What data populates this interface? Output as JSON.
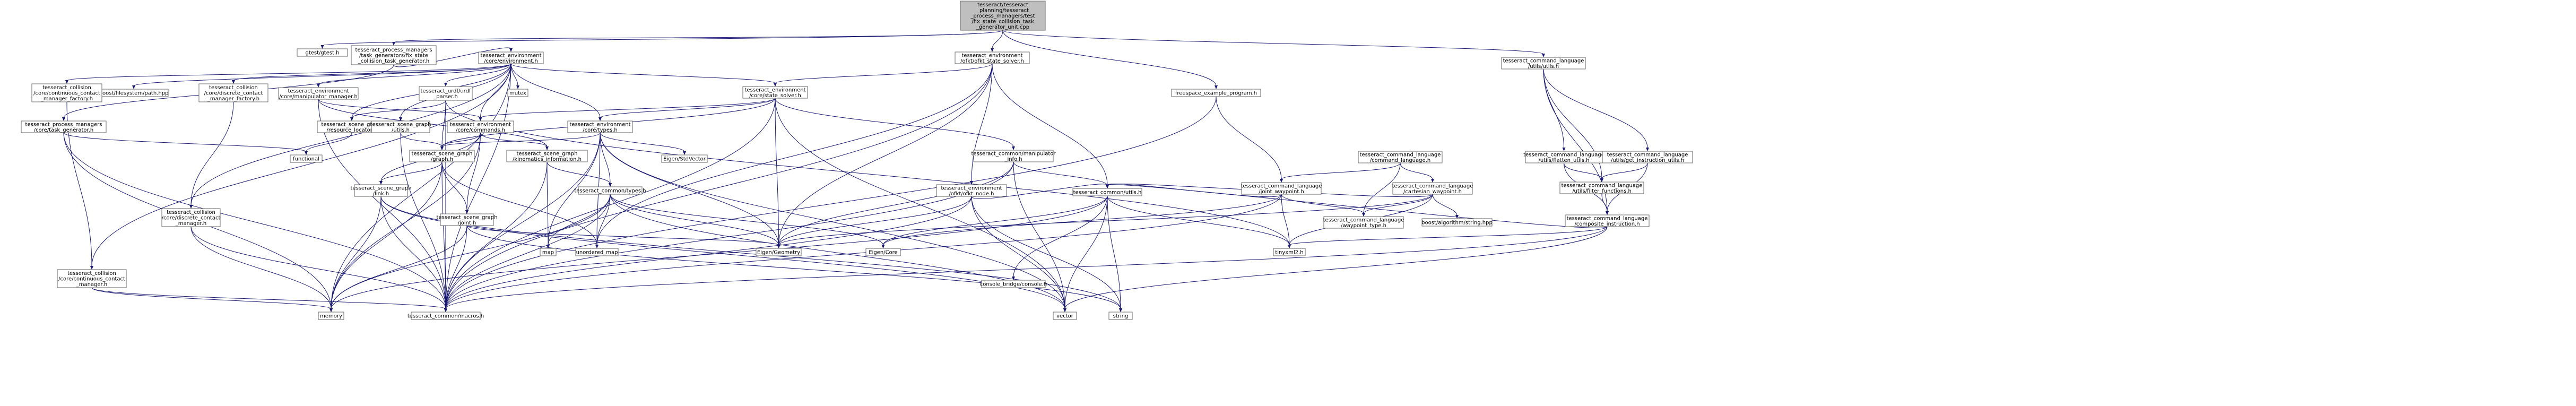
{
  "colors": {
    "root_fill": "#bfbfbf",
    "node_fill": "#ffffff",
    "node_border": "#666666",
    "missing_border": "#ff0000",
    "edge": "#191970"
  },
  "nodes": [
    {
      "id": "root",
      "lines": [
        "tesseract/tesseract",
        "_planning/tesseract",
        "_process_managers/test",
        "/fix_state_collision_task",
        "_generator_unit.cpp"
      ],
      "kind": "root"
    },
    {
      "id": "gtest",
      "lines": [
        "gtest/gtest.h"
      ],
      "kind": "external"
    },
    {
      "id": "fscg",
      "lines": [
        "tesseract_process_managers",
        "/task_generators/fix_state",
        "_collision_task_generator.h"
      ],
      "kind": "documented"
    },
    {
      "id": "env",
      "lines": [
        "tesseract_environment",
        "/core/environment.h"
      ],
      "kind": "documented"
    },
    {
      "id": "utils_state_solver",
      "lines": [
        "tesseract_environment",
        "/ofkt/ofkt_state_solver.h"
      ],
      "kind": "documented"
    },
    {
      "id": "freespace",
      "lines": [
        "freespace_example_program.h"
      ],
      "kind": "documented"
    },
    {
      "id": "cl_utils",
      "lines": [
        "tesseract_command_language",
        "/utils/utils.h"
      ],
      "kind": "documented"
    },
    {
      "id": "mutex",
      "lines": [
        "mutex"
      ],
      "kind": "external"
    },
    {
      "id": "boost_fs",
      "lines": [
        "boost/filesystem/path.hpp"
      ],
      "kind": "external"
    },
    {
      "id": "coll_cont_factory",
      "lines": [
        "tesseract_collision",
        "/core/continuous_contact",
        "_manager_factory.h"
      ],
      "kind": "documented"
    },
    {
      "id": "coll_disc_factory",
      "lines": [
        "tesseract_collision",
        "/core/discrete_contact",
        "_manager_factory.h"
      ],
      "kind": "documented"
    },
    {
      "id": "env_manip_mgr",
      "lines": [
        "tesseract_environment",
        "/core/manipulator_manager.h"
      ],
      "kind": "missing"
    },
    {
      "id": "urdf_parser",
      "lines": [
        "tesseract_urdf/urdf",
        "_parser.h"
      ],
      "kind": "missing"
    },
    {
      "id": "state_solver",
      "lines": [
        "tesseract_environment",
        "/core/state_solver.h"
      ],
      "kind": "documented"
    },
    {
      "id": "task_generator",
      "lines": [
        "tesseract_process_managers",
        "/core/task_generator.h"
      ],
      "kind": "missing"
    },
    {
      "id": "resource_locator",
      "lines": [
        "tesseract_scene_graph",
        "/resource_locator.h"
      ],
      "kind": "missing"
    },
    {
      "id": "sg_utils",
      "lines": [
        "tesseract_scene_graph",
        "/utils.h"
      ],
      "kind": "missing"
    },
    {
      "id": "commands",
      "lines": [
        "tesseract_environment",
        "/core/commands.h"
      ],
      "kind": "missing"
    },
    {
      "id": "types",
      "lines": [
        "tesseract_environment",
        "/core/types.h"
      ],
      "kind": "documented"
    },
    {
      "id": "functional",
      "lines": [
        "functional"
      ],
      "kind": "external"
    },
    {
      "id": "sg_graph",
      "lines": [
        "tesseract_scene_graph",
        "/graph.h"
      ],
      "kind": "missing"
    },
    {
      "id": "kin_info",
      "lines": [
        "tesseract_scene_graph",
        "/kinematics_information.h"
      ],
      "kind": "missing"
    },
    {
      "id": "stdvector",
      "lines": [
        "Eigen/StdVector"
      ],
      "kind": "external"
    },
    {
      "id": "common_manip_utils",
      "lines": [
        "tesseract_common/manipulator",
        "_info.h"
      ],
      "kind": "documented"
    },
    {
      "id": "ofkt_node",
      "lines": [
        "tesseract_environment",
        "/ofkt/ofkt_node.h"
      ],
      "kind": "documented"
    },
    {
      "id": "cl_command_language",
      "lines": [
        "tesseract_command_language",
        "/command_language.h"
      ],
      "kind": "missing"
    },
    {
      "id": "cl_flatten",
      "lines": [
        "tesseract_command_language",
        "/utils/flatten_utils.h"
      ],
      "kind": "missing"
    },
    {
      "id": "cl_get_instr",
      "lines": [
        "tesseract_command_language",
        "/utils/get_instruction_utils.h"
      ],
      "kind": "missing"
    },
    {
      "id": "cl_joint_waypoint",
      "lines": [
        "tesseract_command_language",
        "/joint_waypoint.h"
      ],
      "kind": "documented"
    },
    {
      "id": "cl_cartesian",
      "lines": [
        "tesseract_command_language",
        "/cartesian_waypoint.h"
      ],
      "kind": "documented"
    },
    {
      "id": "cl_filter",
      "lines": [
        "tesseract_command_language",
        "/utils/filter_functions.h"
      ],
      "kind": "documented"
    },
    {
      "id": "sg_link",
      "lines": [
        "tesseract_scene_graph",
        "/link.h"
      ],
      "kind": "missing"
    },
    {
      "id": "common_types",
      "lines": [
        "tesseract_common/types.h"
      ],
      "kind": "documented"
    },
    {
      "id": "common_utils",
      "lines": [
        "tesseract_common/utils.h"
      ],
      "kind": "missing"
    },
    {
      "id": "cl_waypoint_type",
      "lines": [
        "tesseract_command_language",
        "/waypoint_type.h"
      ],
      "kind": "documented"
    },
    {
      "id": "boost_string",
      "lines": [
        "boost/algorithm/string.hpp"
      ],
      "kind": "external"
    },
    {
      "id": "cl_composite",
      "lines": [
        "tesseract_command_language",
        "/composite_instruction.h"
      ],
      "kind": "missing"
    },
    {
      "id": "coll_disc_mgr",
      "lines": [
        "tesseract_collision",
        "/core/discrete_contact",
        "_manager.h"
      ],
      "kind": "missing"
    },
    {
      "id": "sg_joint",
      "lines": [
        "tesseract_scene_graph",
        "/joint.h"
      ],
      "kind": "missing"
    },
    {
      "id": "map",
      "lines": [
        "map"
      ],
      "kind": "external"
    },
    {
      "id": "unordered_map",
      "lines": [
        "unordered_map"
      ],
      "kind": "external"
    },
    {
      "id": "eigen_geometry",
      "lines": [
        "Eigen/Geometry"
      ],
      "kind": "external"
    },
    {
      "id": "eigen_core",
      "lines": [
        "Eigen/Core"
      ],
      "kind": "external"
    },
    {
      "id": "console_bridge",
      "lines": [
        "console_bridge/console.h"
      ],
      "kind": "external"
    },
    {
      "id": "tinyxml",
      "lines": [
        "tinyxml2.h"
      ],
      "kind": "external"
    },
    {
      "id": "coll_cont_mgr",
      "lines": [
        "tesseract_collision",
        "/core/continuous_contact",
        "_manager.h"
      ],
      "kind": "missing"
    },
    {
      "id": "memory",
      "lines": [
        "memory"
      ],
      "kind": "external"
    },
    {
      "id": "macros",
      "lines": [
        "tesseract_common/macros.h"
      ],
      "kind": "documented"
    },
    {
      "id": "vector",
      "lines": [
        "vector"
      ],
      "kind": "external"
    },
    {
      "id": "string",
      "lines": [
        "string"
      ],
      "kind": "external"
    }
  ],
  "edges": [
    [
      "root",
      "gtest"
    ],
    [
      "root",
      "fscg"
    ],
    [
      "root",
      "utils_state_solver"
    ],
    [
      "root",
      "freespace"
    ],
    [
      "root",
      "cl_utils"
    ],
    [
      "fscg",
      "env"
    ],
    [
      "fscg",
      "task_generator"
    ],
    [
      "env",
      "mutex"
    ],
    [
      "env",
      "boost_fs"
    ],
    [
      "env",
      "coll_cont_factory"
    ],
    [
      "env",
      "coll_disc_factory"
    ],
    [
      "env",
      "env_manip_mgr"
    ],
    [
      "env",
      "urdf_parser"
    ],
    [
      "env",
      "state_solver"
    ],
    [
      "env",
      "commands"
    ],
    [
      "env",
      "sg_utils"
    ],
    [
      "env",
      "resource_locator"
    ],
    [
      "env",
      "coll_disc_mgr"
    ],
    [
      "env",
      "coll_cont_mgr"
    ],
    [
      "env",
      "types"
    ],
    [
      "env",
      "macros"
    ],
    [
      "env",
      "memory"
    ],
    [
      "utils_state_solver",
      "state_solver"
    ],
    [
      "utils_state_solver",
      "ofkt_node"
    ],
    [
      "utils_state_solver",
      "eigen_geometry"
    ],
    [
      "utils_state_solver",
      "macros"
    ],
    [
      "utils_state_solver",
      "unordered_map"
    ],
    [
      "utils_state_solver",
      "common_utils"
    ],
    [
      "freespace",
      "cl_joint_waypoint"
    ],
    [
      "freespace",
      "macros"
    ],
    [
      "cl_utils",
      "cl_flatten"
    ],
    [
      "cl_utils",
      "cl_get_instr"
    ],
    [
      "cl_utils",
      "cl_filter"
    ],
    [
      "cl_utils",
      "cl_composite"
    ],
    [
      "coll_cont_factory",
      "coll_cont_mgr"
    ],
    [
      "coll_disc_factory",
      "coll_disc_mgr"
    ],
    [
      "env_manip_mgr",
      "commands"
    ],
    [
      "env_manip_mgr",
      "kin_info"
    ],
    [
      "env_manip_mgr",
      "macros"
    ],
    [
      "urdf_parser",
      "resource_locator"
    ],
    [
      "urdf_parser",
      "sg_graph"
    ],
    [
      "urdf_parser",
      "macros"
    ],
    [
      "urdf_parser",
      "tinyxml"
    ],
    [
      "state_solver",
      "types"
    ],
    [
      "state_solver",
      "commands"
    ],
    [
      "state_solver",
      "sg_graph"
    ],
    [
      "state_solver",
      "common_manip_utils"
    ],
    [
      "state_solver",
      "eigen_geometry"
    ],
    [
      "state_solver",
      "macros"
    ],
    [
      "state_solver",
      "vector"
    ],
    [
      "task_generator",
      "functional"
    ],
    [
      "task_generator",
      "memory"
    ],
    [
      "task_generator",
      "macros"
    ],
    [
      "resource_locator",
      "functional"
    ],
    [
      "sg_utils",
      "sg_graph"
    ],
    [
      "sg_utils",
      "macros"
    ],
    [
      "commands",
      "sg_graph"
    ],
    [
      "commands",
      "sg_link"
    ],
    [
      "commands",
      "sg_joint"
    ],
    [
      "commands",
      "kin_info"
    ],
    [
      "commands",
      "memory"
    ],
    [
      "types",
      "stdvector"
    ],
    [
      "types",
      "sg_graph"
    ],
    [
      "types",
      "common_types"
    ],
    [
      "types",
      "map"
    ],
    [
      "types",
      "unordered_map"
    ],
    [
      "types",
      "eigen_geometry"
    ],
    [
      "types",
      "macros"
    ],
    [
      "types",
      "vector"
    ],
    [
      "sg_graph",
      "sg_link"
    ],
    [
      "sg_graph",
      "sg_joint"
    ],
    [
      "sg_graph",
      "macros"
    ],
    [
      "sg_graph",
      "unordered_map"
    ],
    [
      "sg_graph",
      "memory"
    ],
    [
      "kin_info",
      "common_types"
    ],
    [
      "kin_info",
      "map"
    ],
    [
      "kin_info",
      "macros"
    ],
    [
      "common_manip_utils",
      "common_utils"
    ],
    [
      "common_manip_utils",
      "eigen_geometry"
    ],
    [
      "common_manip_utils",
      "macros"
    ],
    [
      "common_manip_utils",
      "vector"
    ],
    [
      "ofkt_node",
      "common_utils"
    ],
    [
      "ofkt_node",
      "eigen_geometry"
    ],
    [
      "ofkt_node",
      "macros"
    ],
    [
      "ofkt_node",
      "vector"
    ],
    [
      "ofkt_node",
      "string"
    ],
    [
      "cl_command_language",
      "cl_joint_waypoint"
    ],
    [
      "cl_command_language",
      "cl_cartesian"
    ],
    [
      "cl_command_language",
      "cl_waypoint_type"
    ],
    [
      "cl_flatten",
      "cl_filter"
    ],
    [
      "cl_flatten",
      "cl_composite"
    ],
    [
      "cl_get_instr",
      "cl_filter"
    ],
    [
      "cl_get_instr",
      "cl_composite"
    ],
    [
      "cl_joint_waypoint",
      "common_utils"
    ],
    [
      "cl_joint_waypoint",
      "cl_waypoint_type"
    ],
    [
      "cl_joint_waypoint",
      "eigen_core"
    ],
    [
      "cl_joint_waypoint",
      "tinyxml"
    ],
    [
      "cl_joint_waypoint",
      "macros"
    ],
    [
      "cl_cartesian",
      "cl_waypoint_type"
    ],
    [
      "cl_cartesian",
      "boost_string"
    ],
    [
      "cl_cartesian",
      "common_utils"
    ],
    [
      "cl_cartesian",
      "eigen_geometry"
    ],
    [
      "cl_cartesian",
      "tinyxml"
    ],
    [
      "cl_filter",
      "cl_composite"
    ],
    [
      "cl_composite",
      "common_utils"
    ],
    [
      "cl_composite",
      "tinyxml"
    ],
    [
      "cl_composite",
      "macros"
    ],
    [
      "cl_composite",
      "vector"
    ],
    [
      "sg_link",
      "memory"
    ],
    [
      "sg_link",
      "macros"
    ],
    [
      "sg_link",
      "vector"
    ],
    [
      "sg_link",
      "string"
    ],
    [
      "common_types",
      "map"
    ],
    [
      "common_types",
      "unordered_map"
    ],
    [
      "common_types",
      "eigen_geometry"
    ],
    [
      "common_types",
      "eigen_core"
    ],
    [
      "common_types",
      "memory"
    ],
    [
      "common_types",
      "macros"
    ],
    [
      "common_types",
      "vector"
    ],
    [
      "common_utils",
      "console_bridge"
    ],
    [
      "common_utils",
      "eigen_core"
    ],
    [
      "common_utils",
      "tinyxml"
    ],
    [
      "common_utils",
      "string"
    ],
    [
      "common_utils",
      "vector"
    ],
    [
      "common_utils",
      "memory"
    ],
    [
      "coll_disc_mgr",
      "memory"
    ],
    [
      "coll_disc_mgr",
      "macros"
    ],
    [
      "coll_cont_mgr",
      "memory"
    ],
    [
      "coll_cont_mgr",
      "macros"
    ],
    [
      "sg_joint",
      "memory"
    ],
    [
      "sg_joint",
      "macros"
    ],
    [
      "sg_joint",
      "string"
    ],
    [
      "sg_joint",
      "eigen_geometry"
    ]
  ]
}
